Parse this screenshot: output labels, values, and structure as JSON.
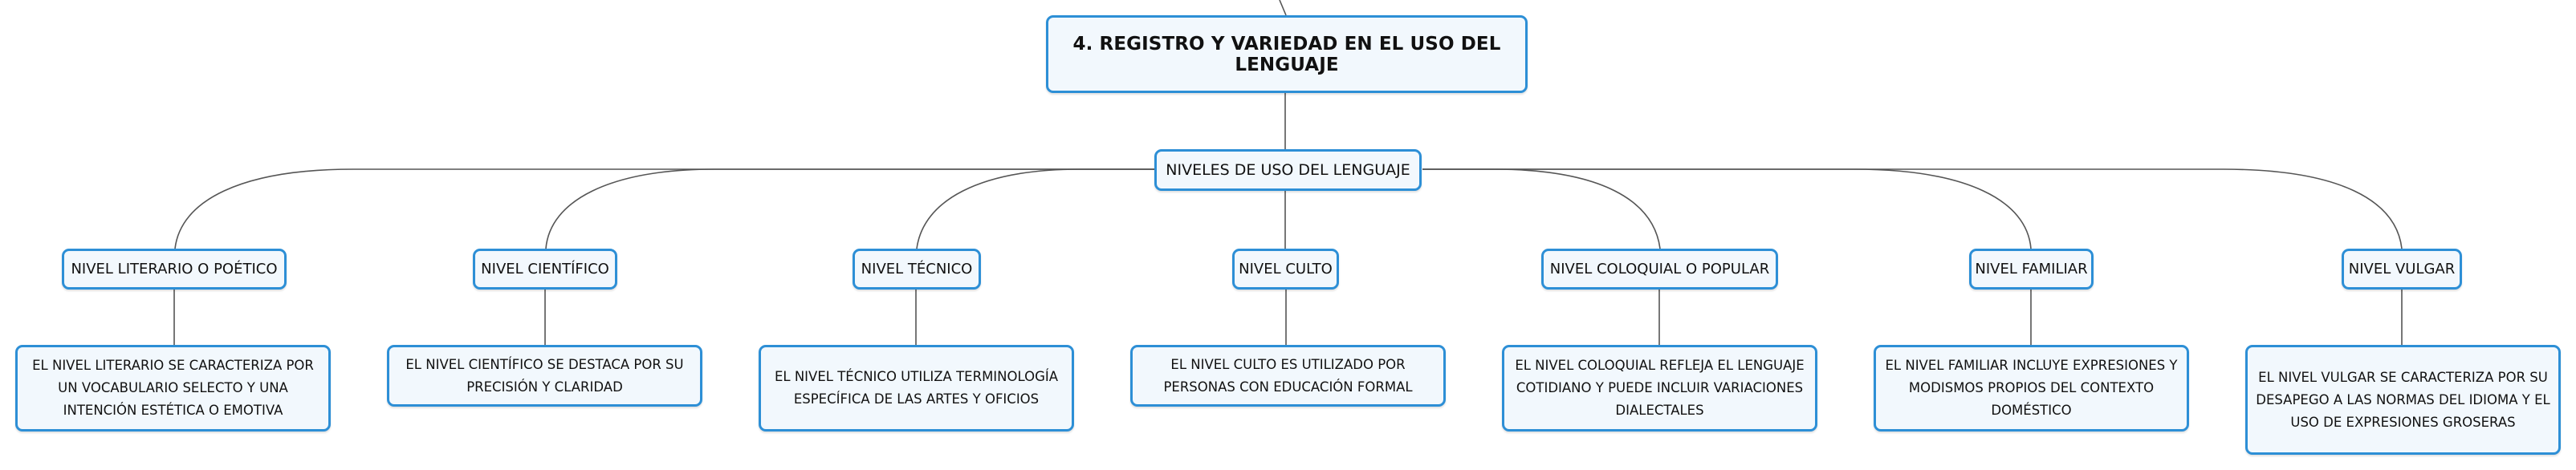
{
  "root": {
    "title": "4. REGISTRO Y VARIEDAD EN EL USO DEL LENGUAJE"
  },
  "subtopic": {
    "label": "NIVELES DE USO DEL LENGUAJE"
  },
  "levels": [
    {
      "label": "NIVEL LITERARIO O POÉTICO",
      "description": "EL NIVEL LITERARIO SE CARACTERIZA POR UN VOCABULARIO SELECTO Y UNA INTENCIÓN ESTÉTICA O EMOTIVA"
    },
    {
      "label": "NIVEL CIENTÍFICO",
      "description": "EL NIVEL CIENTÍFICO SE DESTACA POR SU PRECISIÓN Y CLARIDAD"
    },
    {
      "label": "NIVEL TÉCNICO",
      "description": "EL NIVEL TÉCNICO UTILIZA TERMINOLOGÍA ESPECÍFICA DE LAS ARTES Y OFICIOS"
    },
    {
      "label": "NIVEL CULTO",
      "description": "EL NIVEL CULTO ES UTILIZADO POR PERSONAS CON EDUCACIÓN FORMAL"
    },
    {
      "label": "NIVEL COLOQUIAL O POPULAR",
      "description": "EL NIVEL COLOQUIAL REFLEJA EL LENGUAJE COTIDIANO Y PUEDE INCLUIR VARIACIONES DIALECTALES"
    },
    {
      "label": "NIVEL FAMILIAR",
      "description": "EL NIVEL FAMILIAR INCLUYE EXPRESIONES Y MODISMOS PROPIOS DEL CONTEXTO DOMÉSTICO"
    },
    {
      "label": "NIVEL VULGAR",
      "description": "EL NIVEL VULGAR SE CARACTERIZA POR SU DESAPEGO A LAS NORMAS DEL IDIOMA Y EL USO DE EXPRESIONES GROSERAS"
    }
  ],
  "colors": {
    "node_border": "#2d8fd6",
    "node_fill": "#f2f8fd",
    "connector": "#555555"
  }
}
